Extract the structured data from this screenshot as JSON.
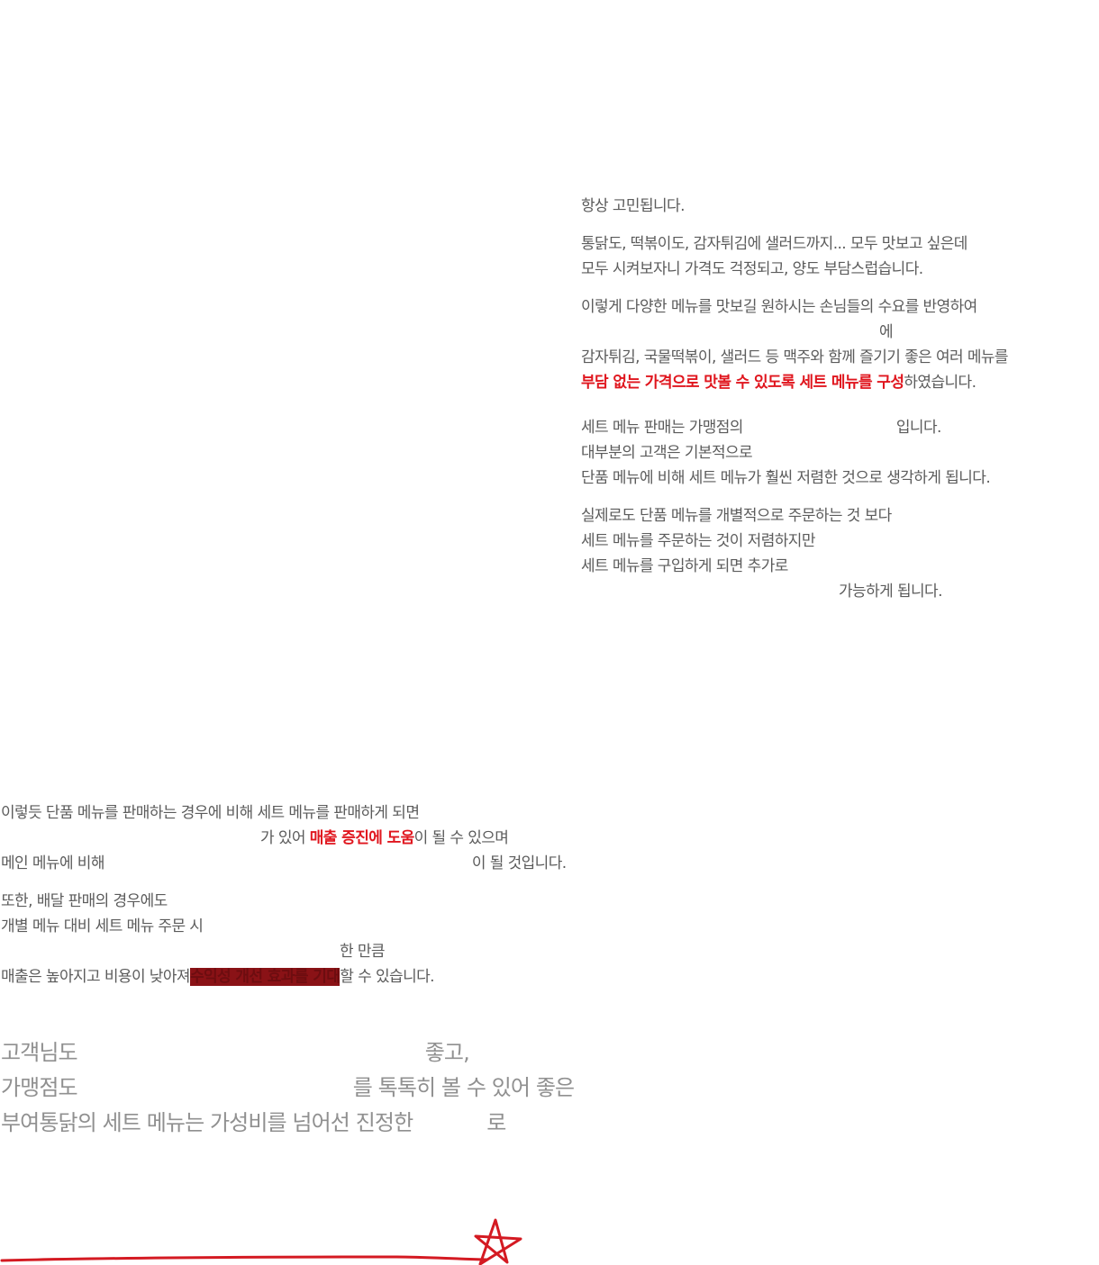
{
  "right_section": {
    "p1": {
      "l1": "항상 고민됩니다."
    },
    "p2": {
      "l1": "통닭도, 떡볶이도, 감자튀김에 샐러드까지... 모두 맛보고 싶은데",
      "l2": "모두 시켜보자니 가격도 걱정되고, 양도 부담스럽습니다."
    },
    "p3": {
      "l1": "이렇게 다양한 메뉴를 맛보길 원하시는 손님들의 수요를 반영하여",
      "l2": "에",
      "l3": "감자튀김, 국물떡볶이, 샐러드 등 맥주와 함께 즐기기 좋은 여러 메뉴를",
      "l4_red": "부담 없는 가격으로 맛볼 수 있도록 세트 메뉴를 구성",
      "l4_rest": "하였습니다."
    },
    "p4": {
      "l1_a": "세트 메뉴 판매는 가맹점의",
      "l1_b": "입니다.",
      "l2": "대부분의 고객은 기본적으로",
      "l3": "단품 메뉴에 비해 세트 메뉴가 훨씬 저렴한 것으로 생각하게 됩니다."
    },
    "p5": {
      "l1": "실제로도 단품 메뉴를 개별적으로 주문하는 것 보다",
      "l2": "세트 메뉴를 주문하는 것이 저렴하지만",
      "l3": "세트 메뉴를 구입하게 되면 추가로",
      "l4": "가능하게 됩니다."
    }
  },
  "left_section": {
    "p6": {
      "l1": "이렇듯 단품 메뉴를 판매하는 경우에 비해 세트 메뉴를 판매하게 되면",
      "l2_a": "가 있어",
      "l2_red": "매출 증진에 도움",
      "l2_b": "이 될 수 있으며",
      "l3_a": "메인 메뉴에 비해",
      "l3_b": "이 될 것입니다."
    },
    "p7": {
      "l1": "또한, 배달 판매의 경우에도",
      "l2": "개별 메뉴 대비 세트 메뉴 주문 시",
      "l3": "한 만큼",
      "l4_a": "매출은 높아지고 비용이 낮아져",
      "l4_dark": "수익성 개선 효과를 기대",
      "l4_b": "할 수 있습니다."
    },
    "p8": {
      "l1_a": "고객님도",
      "l1_b": "좋고,",
      "l2_a": "가맹점도",
      "l2_b": "를 톡톡히 볼 수 있어 좋은",
      "l3_a": "부여통닭의 세트 메뉴는 가성비를 넘어선 진정한",
      "l3_b": "로"
    }
  },
  "colors": {
    "text": "#5b5b5b",
    "light_text": "#909090",
    "accent_red": "#e0161e",
    "highlight_dark": "#8a1216"
  },
  "decoration": {
    "icon": "hand-drawn-star-icon"
  }
}
